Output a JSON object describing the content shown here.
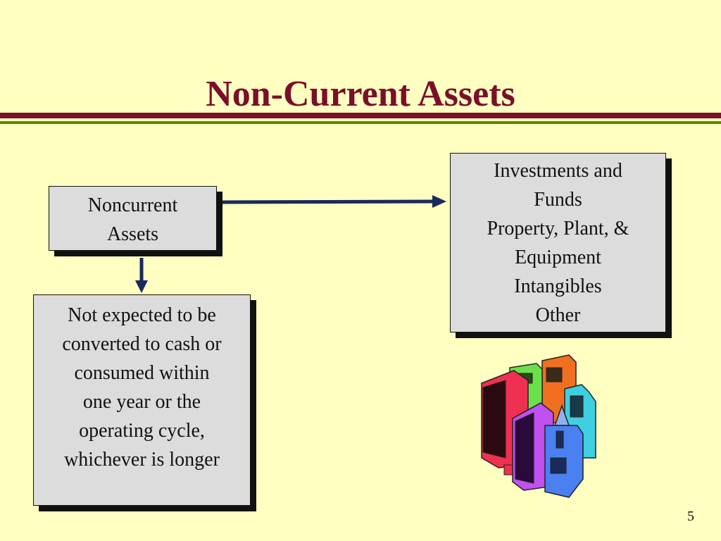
{
  "slide": {
    "title": "Non-Current Assets",
    "page_number": "5"
  },
  "diagram": {
    "source_box": {
      "lines": [
        "Noncurrent",
        "Assets"
      ]
    },
    "description_box": {
      "lines": [
        "Not expected to be",
        "converted to cash or",
        "consumed within",
        "one year or the",
        "operating cycle,",
        "whichever is longer"
      ]
    },
    "categories_box": {
      "lines": [
        "Investments and",
        "Funds",
        "Property, Plant, &",
        "Equipment",
        "Intangibles",
        "Other"
      ]
    }
  },
  "colors": {
    "background": "#ffffc2",
    "title": "#7a0f2a",
    "arrow": "#1a2a5a"
  },
  "icons": {
    "clipart": "city-buildings-icon"
  }
}
